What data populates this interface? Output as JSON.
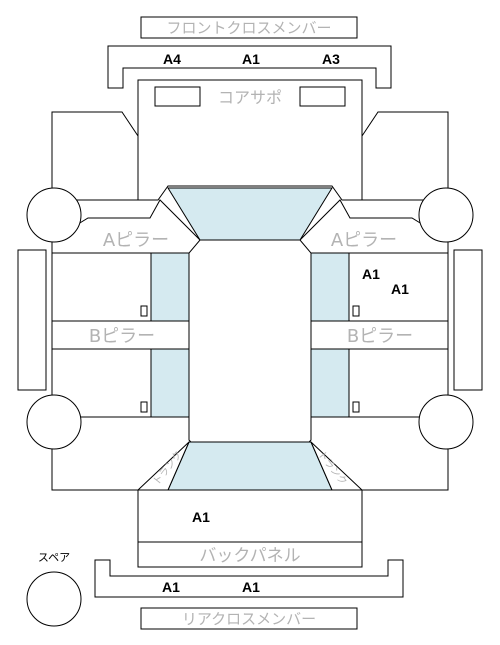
{
  "parts": {
    "front_cross_member": "フロントクロスメンバー",
    "core_support": "コアサポ",
    "a_pillar_left": "Aピラー",
    "a_pillar_right": "Aピラー",
    "b_pillar_left": "Bピラー",
    "b_pillar_right": "Bピラー",
    "trunk_left": "トランク",
    "trunk_right": "トランク",
    "back_panel": "バックパネル",
    "rear_cross_member": "リアクロスメンバー",
    "spare": "スペア"
  },
  "damage_marks": {
    "front_cross_left": "A4",
    "front_cross_center": "A1",
    "front_cross_right": "A3",
    "right_pillar_1": "A1",
    "right_pillar_2": "A1",
    "trunk_floor": "A1",
    "rear_cross_left": "A1",
    "rear_cross_center": "A1"
  },
  "colors": {
    "line": "#000000",
    "glass": "#d5eaf0",
    "label_gray": "#b3b3b3"
  }
}
